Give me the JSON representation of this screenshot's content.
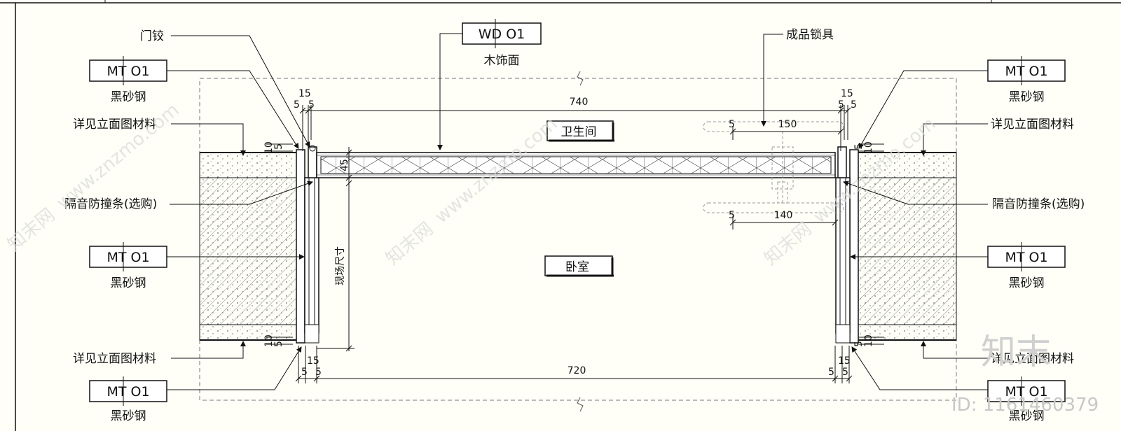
{
  "labels": {
    "hinge": "门铰",
    "wood_finish_code": "WD  O1",
    "wood_finish_name": "木饰面",
    "lockset": "成品锁具",
    "steel_code": "MT  O1",
    "steel_name": "黑砂钢",
    "see_elevation": "详见立面图材料",
    "seal_strip": "隔音防撞条(选购)",
    "bathroom": "卫生间",
    "bedroom": "卧室",
    "site_dimension": "现场尺寸"
  },
  "dimensions": {
    "top_overall": "740",
    "bottom_overall": "720",
    "handle_upper": "150",
    "handle_lower": "140",
    "door_thickness": "45",
    "five": "5",
    "ten": "10",
    "fifteen": "15"
  },
  "watermark": {
    "text": "www.znzmo.com",
    "brand": "知末网",
    "corner_brand": "知末",
    "id": "ID: 1161460379"
  }
}
